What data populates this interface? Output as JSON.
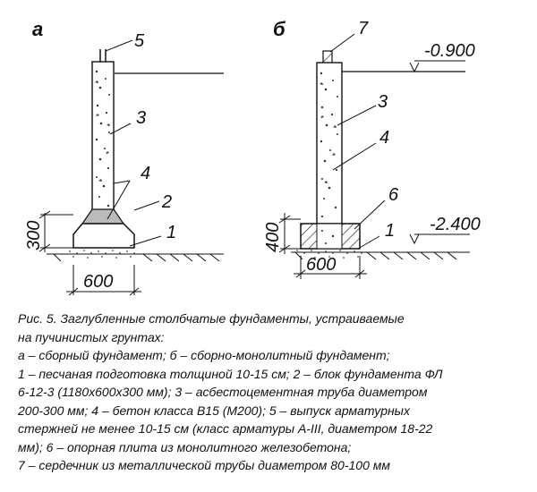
{
  "figure": {
    "panel_a": {
      "letter": "а",
      "callouts": [
        "5",
        "3",
        "4",
        "2",
        "1"
      ],
      "dim_height": "300",
      "dim_width": "600"
    },
    "panel_b": {
      "letter": "б",
      "callouts": [
        "7",
        "3",
        "4",
        "6",
        "1"
      ],
      "dim_height": "400",
      "dim_width": "600",
      "level_top": "-0.900",
      "level_bottom": "-2.400"
    }
  },
  "caption": {
    "lines": [
      "Рис. 5. Заглубленные столбчатые фундаменты, устраиваемые",
      "на пучинистых грунтах:",
      "а – сборный фундамент; б – сборно-монолитный фундамент;",
      "1 – песчаная подготовка толщиной 10-15 см; 2 – блок фундамента ФЛ",
      "6-12-3 (1180х600х300 мм); 3 – асбестоцементная труба диаметром",
      "200-300 мм; 4 – бетон класса В15 (М200); 5 – выпуск арматурных",
      "стержней не менее 10-15 см (класс арматуры А-III, диаметром 18-22",
      "мм); 6 – опорная плита из монолитного железобетона;",
      "7 – сердечник из металлической трубы диаметром 80-100 мм"
    ]
  }
}
